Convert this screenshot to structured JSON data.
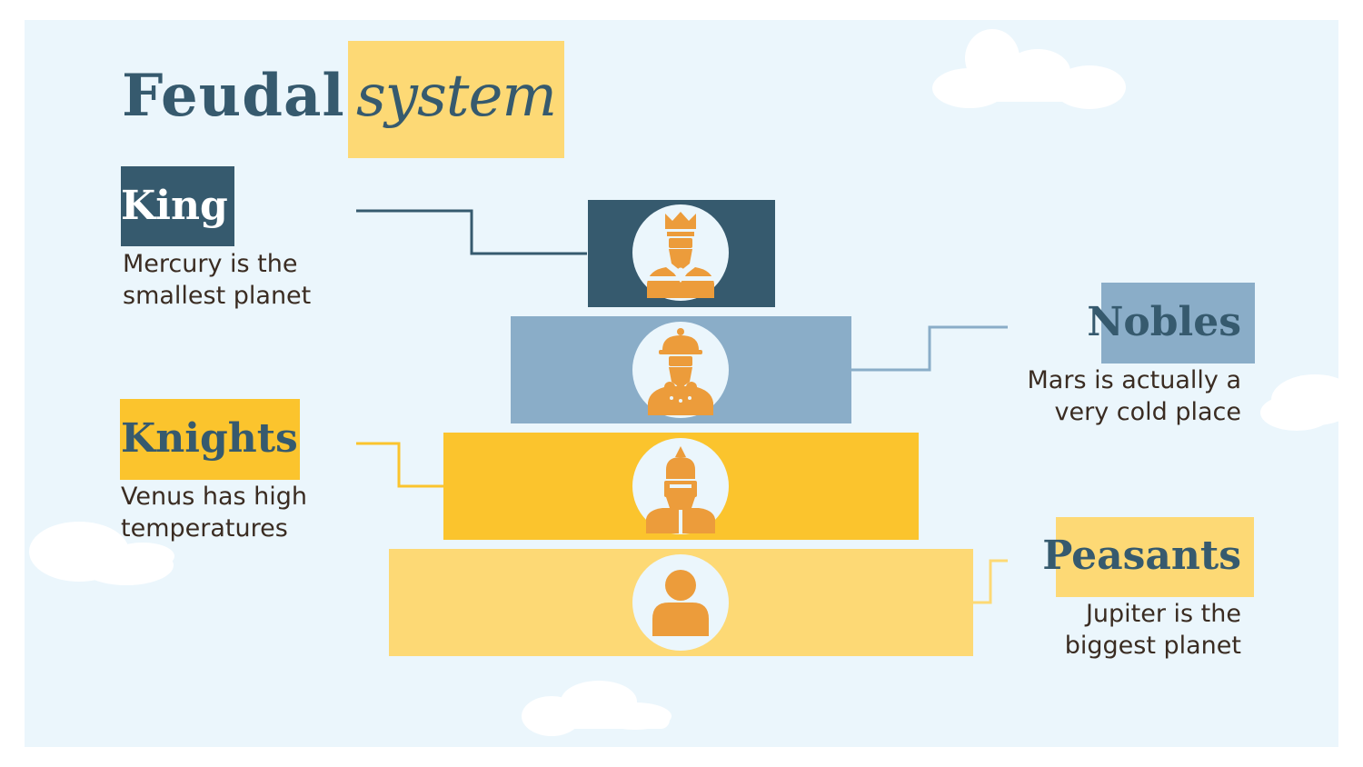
{
  "title": {
    "part1": "Feudal",
    "part2": "system"
  },
  "levels": [
    {
      "label": "King",
      "description": [
        "Mercury is the",
        "smallest planet"
      ],
      "icon": "king-icon"
    },
    {
      "label": "Nobles",
      "description": [
        "Mars is actually a",
        "very cold place"
      ],
      "icon": "noble-icon"
    },
    {
      "label": "Knights",
      "description": [
        "Venus has high",
        "temperatures"
      ],
      "icon": "knight-icon"
    },
    {
      "label": "Peasants",
      "description": [
        "Jupiter is the",
        "biggest planet"
      ],
      "icon": "peasant-icon"
    }
  ],
  "colors": {
    "background": "#ebf6fc",
    "navy": "#365a6e",
    "steel_blue": "#8aadc8",
    "gold": "#fbc42d",
    "light_gold": "#fdd975",
    "icon_orange": "#ec9c3b",
    "cloud": "#ffffff",
    "text": "#3a2c22"
  }
}
